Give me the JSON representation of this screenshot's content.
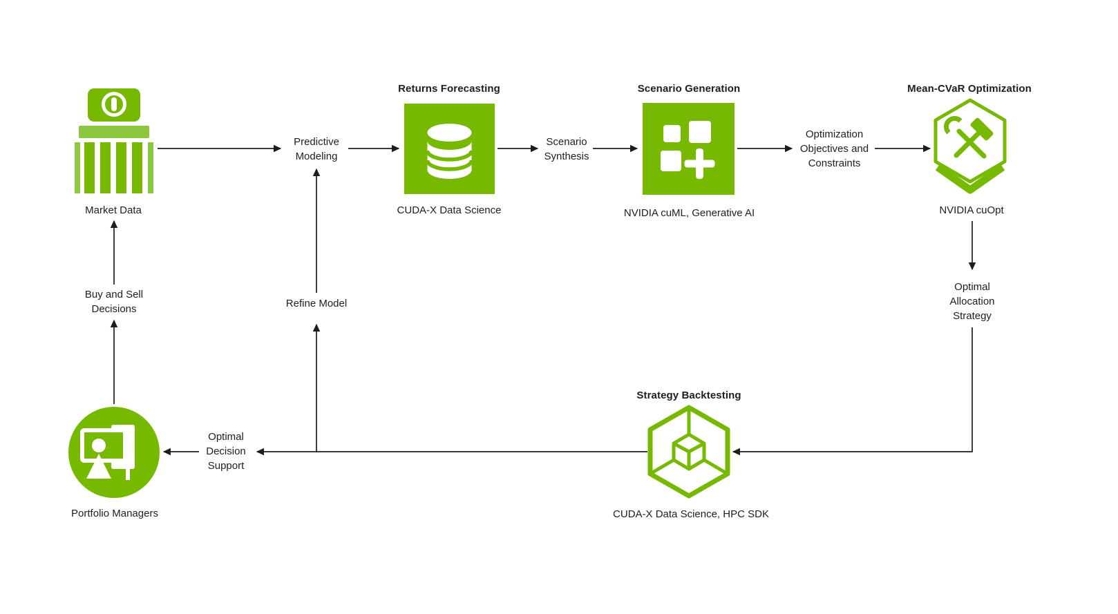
{
  "diagram": {
    "accent_color": "#76b900",
    "accent_color_light": "#8dc63f",
    "line_color": "#1d1d1d",
    "text_color": "#1e1e1e"
  },
  "stages": {
    "market_data": {
      "label": "Market Data",
      "icon": "bank-building-icon"
    },
    "returns_forecasting": {
      "title": "Returns Forecasting",
      "platform": "CUDA-X Data Science",
      "icon": "database-icon"
    },
    "scenario_generation": {
      "title": "Scenario Generation",
      "platform": "NVIDIA cuML, Generative AI",
      "icon": "squares-plus-icon"
    },
    "mean_cvar_optimization": {
      "title": "Mean-CVaR Optimization",
      "platform": "NVIDIA cuOpt",
      "icon": "hexagon-tools-icon"
    },
    "strategy_backtesting": {
      "title": "Strategy Backtesting",
      "platform": "CUDA-X Data Science, HPC SDK",
      "icon": "wireframe-cube-icon"
    },
    "portfolio_managers": {
      "label": "Portfolio Managers",
      "icon": "presenter-icon"
    }
  },
  "flows": {
    "predictive_modeling": "Predictive\nModeling",
    "scenario_synthesis": "Scenario\nSynthesis",
    "optimization_objectives_constraints": "Optimization\nObjectives and\nConstraints",
    "optimal_allocation_strategy": "Optimal\nAllocation\nStrategy",
    "refine_model": "Refine Model",
    "optimal_decision_support": "Optimal\nDecision\nSupport",
    "buy_and_sell_decisions": "Buy and Sell\nDecisions"
  }
}
